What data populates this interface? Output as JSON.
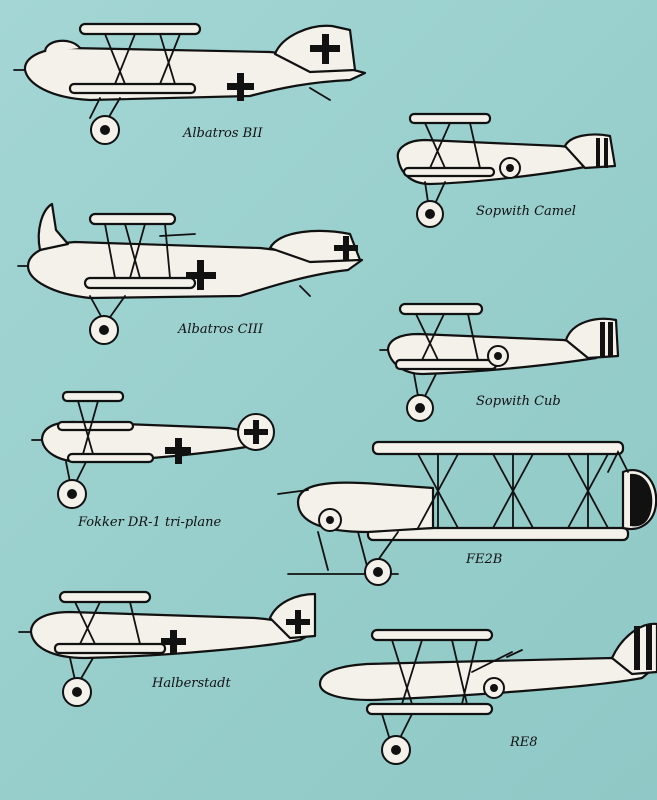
{
  "aircraft": [
    {
      "name": "Albatros BII",
      "marking": "iron-cross-icon"
    },
    {
      "name": "Sopwith Camel",
      "marking": "roundel-icon"
    },
    {
      "name": "Albatros CIII",
      "marking": "iron-cross-icon"
    },
    {
      "name": "Sopwith Cub",
      "marking": "roundel-icon"
    },
    {
      "name": "Fokker DR-1 tri-plane",
      "marking": "iron-cross-icon"
    },
    {
      "name": "FE2B",
      "marking": "roundel-icon"
    },
    {
      "name": "Halberstadt",
      "marking": "iron-cross-icon"
    },
    {
      "name": "RE8",
      "marking": "roundel-icon"
    }
  ],
  "colors": {
    "background": "#9ad0cf",
    "ink": "#111111",
    "paper": "#f3f1ea"
  }
}
